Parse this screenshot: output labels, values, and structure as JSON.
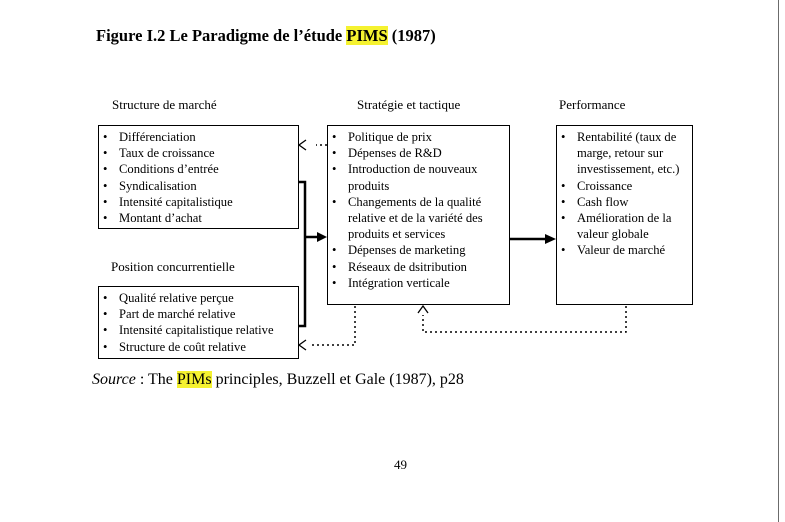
{
  "figure": {
    "title_prefix": "Figure I.2 Le Paradigme de l’étude ",
    "title_highlight": "PIMS",
    "title_suffix": " (1987)"
  },
  "diagram": {
    "structure_label": "Structure de marché",
    "structure_items": [
      "Différenciation",
      "Taux de croissance",
      "Conditions d’entrée",
      "Syndicalisation",
      "Intensité capitalistique",
      "Montant d’achat"
    ],
    "position_label": "Position concurrentielle",
    "position_items": [
      "Qualité relative perçue",
      "Part de marché relative",
      "Intensité capitalistique relative",
      "Structure de coût relative"
    ],
    "strategy_label": "Stratégie et tactique",
    "strategy_items": [
      "Politique de prix",
      "Dépenses de R&D",
      "Introduction de nouveaux produits",
      "Changements de la qualité relative et de la variété des produits et services",
      "Dépenses de marketing",
      "Réseaux de dsitribution",
      "Intégration verticale"
    ],
    "performance_label": "Performance",
    "performance_items": [
      "Rentabilité (taux de marge, retour sur investissement, etc.)",
      "Croissance",
      "Cash flow",
      "Amélioration de la valeur globale",
      "Valeur de marché"
    ]
  },
  "source": {
    "label": "Source",
    "sep": " : The ",
    "highlight": "PIMs",
    "rest": " principles, Buzzell et Gale (1987), p28"
  },
  "page_number": "49"
}
